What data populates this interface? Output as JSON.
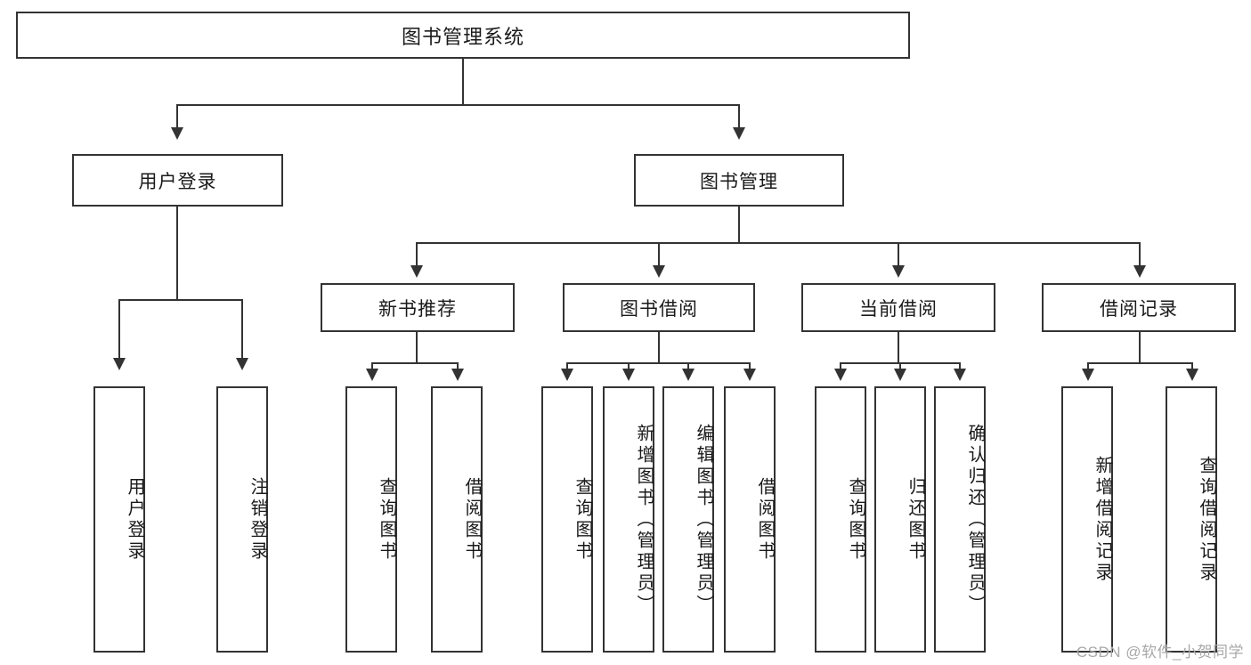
{
  "diagram": {
    "title": "图书管理系统",
    "watermark": "CSDN @软件_小贺同学",
    "accent_color": "#333333",
    "background_color": "#ffffff",
    "nodes": {
      "root": {
        "label": "图书管理系统"
      },
      "level1": [
        {
          "label": "用户登录"
        },
        {
          "label": "图书管理"
        }
      ],
      "level2": [
        {
          "label": "新书推荐"
        },
        {
          "label": "图书借阅"
        },
        {
          "label": "当前借阅"
        },
        {
          "label": "借阅记录"
        }
      ],
      "leaves_user_login": [
        {
          "label": "用户登录"
        },
        {
          "label": "注销登录"
        }
      ],
      "leaves_new_book": [
        {
          "label": "查询图书"
        },
        {
          "label": "借阅图书"
        }
      ],
      "leaves_borrow": [
        {
          "label": "查询图书"
        },
        {
          "label": "新增图书（管理员）"
        },
        {
          "label": "编辑图书（管理员）"
        },
        {
          "label": "借阅图书"
        }
      ],
      "leaves_current": [
        {
          "label": "查询图书"
        },
        {
          "label": "归还图书"
        },
        {
          "label": "确认归还（管理员）"
        }
      ],
      "leaves_records": [
        {
          "label": "新增借阅记录"
        },
        {
          "label": "查询借阅记录"
        }
      ]
    }
  }
}
